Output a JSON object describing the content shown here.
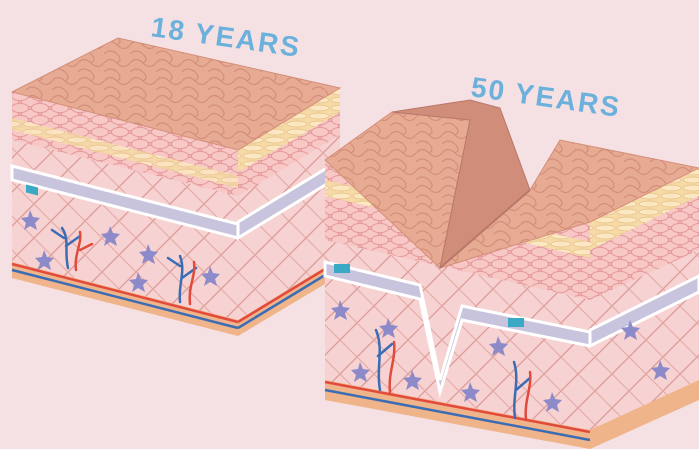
{
  "labels": {
    "young": "18 YEARS",
    "old": "50 YEARS"
  },
  "colors": {
    "background": "#f5e1e4",
    "label": "#6cb0dc",
    "epidermis_top": "#e7aa93",
    "epidermis_side": "#d9917a",
    "fat_layer": "#f6dba8",
    "cell_layer": "#f2b3b3",
    "basal_membrane": "#ffffff",
    "basal_cells": "#c9c4de",
    "basal_cells_teal": "#39a9c4",
    "dermis": "#f6d2d2",
    "collagen_fibers": "#d98a86",
    "fibroblast_star": "#8d8ac9",
    "artery": "#e24b3b",
    "vein": "#3c6db4",
    "subcutis": "#f0b48a"
  },
  "illustration": {
    "blocks": [
      "young-skin-block",
      "aged-skin-block"
    ],
    "icons": [
      "fibroblast-star-icon",
      "blood-vessel-icon"
    ]
  }
}
